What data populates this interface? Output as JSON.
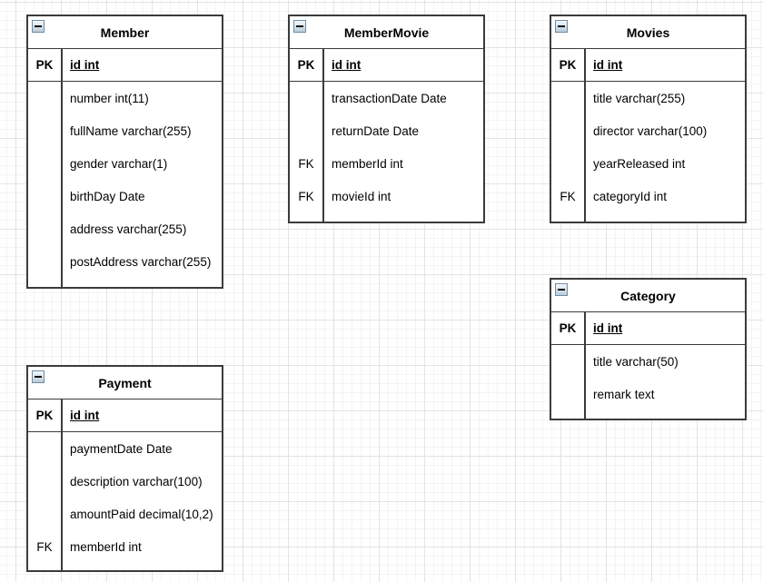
{
  "icons": {
    "collapse": "minus-in-box"
  },
  "colors": {
    "table_border": "#3b3b3b",
    "canvas_background": "#ffffff",
    "grid_major": "#e3e3e6",
    "grid_minor": "#f4f4f7",
    "text": "#000000",
    "collapse_button_border": "#6f8ca3",
    "collapse_button_fill": "#b9cbd9"
  },
  "tables": [
    {
      "title": "Member",
      "rows": [
        {
          "key": "PK",
          "value": "id int",
          "pk": true
        },
        {
          "key": "",
          "value": "number int(11)"
        },
        {
          "key": "",
          "value": "fullName varchar(255)"
        },
        {
          "key": "",
          "value": "gender varchar(1)"
        },
        {
          "key": "",
          "value": "birthDay Date"
        },
        {
          "key": "",
          "value": "address varchar(255)"
        },
        {
          "key": "",
          "value": "postAddress varchar(255)"
        }
      ]
    },
    {
      "title": "MemberMovie",
      "rows": [
        {
          "key": "PK",
          "value": "id int",
          "pk": true
        },
        {
          "key": "",
          "value": "transactionDate Date"
        },
        {
          "key": "",
          "value": "returnDate Date"
        },
        {
          "key": "FK",
          "value": "memberId int"
        },
        {
          "key": "FK",
          "value": "movieId int"
        }
      ]
    },
    {
      "title": "Movies",
      "rows": [
        {
          "key": "PK",
          "value": "id int",
          "pk": true
        },
        {
          "key": "",
          "value": "title varchar(255)"
        },
        {
          "key": "",
          "value": "director varchar(100)"
        },
        {
          "key": "",
          "value": "yearReleased int"
        },
        {
          "key": "FK",
          "value": "categoryId int"
        }
      ]
    },
    {
      "title": "Category",
      "rows": [
        {
          "key": "PK",
          "value": "id int",
          "pk": true
        },
        {
          "key": "",
          "value": "title varchar(50)"
        },
        {
          "key": "",
          "value": "remark text"
        }
      ]
    },
    {
      "title": "Payment",
      "rows": [
        {
          "key": "PK",
          "value": "id int",
          "pk": true
        },
        {
          "key": "",
          "value": "paymentDate Date"
        },
        {
          "key": "",
          "value": "description varchar(100)"
        },
        {
          "key": "",
          "value": "amountPaid decimal(10,2)"
        },
        {
          "key": "FK",
          "value": "memberId int"
        }
      ]
    }
  ]
}
